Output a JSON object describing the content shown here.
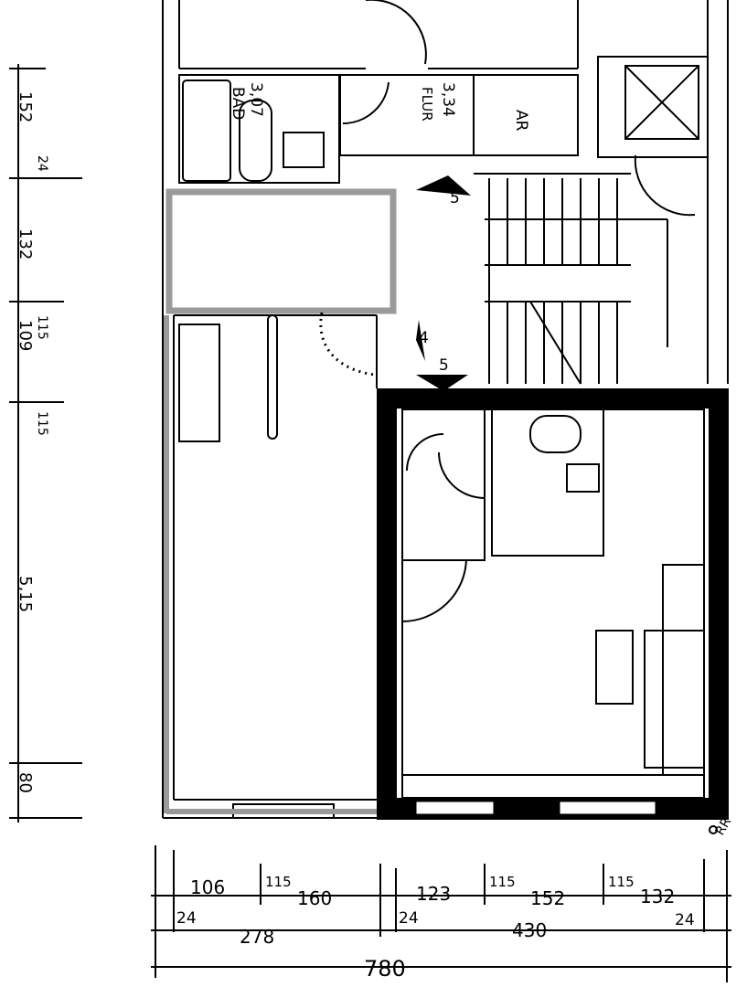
{
  "rooms": {
    "bath": {
      "name": "BAD",
      "area": "3,07"
    },
    "hall": {
      "name": "FLUR",
      "area": "3,34"
    },
    "storage": {
      "name": "AR"
    }
  },
  "arrows": {
    "upper": "5",
    "middle": "4",
    "lower": "5"
  },
  "corner_mark": "RR",
  "bottom_dimensions": {
    "row1": [
      "106",
      "115",
      "160",
      "123",
      "115",
      "152",
      "115",
      "132"
    ],
    "row2": [
      "24",
      "278",
      "24",
      "430",
      "24"
    ],
    "total": "780"
  },
  "left_dimensions": [
    "152",
    "24",
    "132",
    "115",
    "109",
    "115",
    "5,15",
    "80"
  ],
  "colors": {
    "ink": "#000000",
    "grey_wall": "#9a9a9a"
  }
}
